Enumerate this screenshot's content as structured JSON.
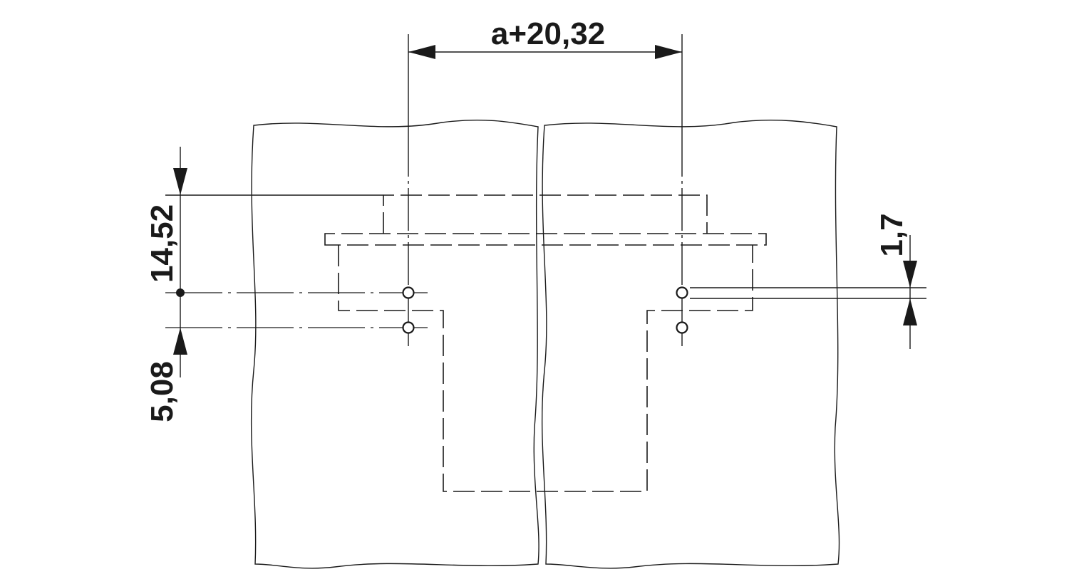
{
  "dimensions": {
    "pitch_label": "a+20,32",
    "height_label": "14,52",
    "row_spacing_label": "5,08",
    "offset_label": "1,7"
  }
}
